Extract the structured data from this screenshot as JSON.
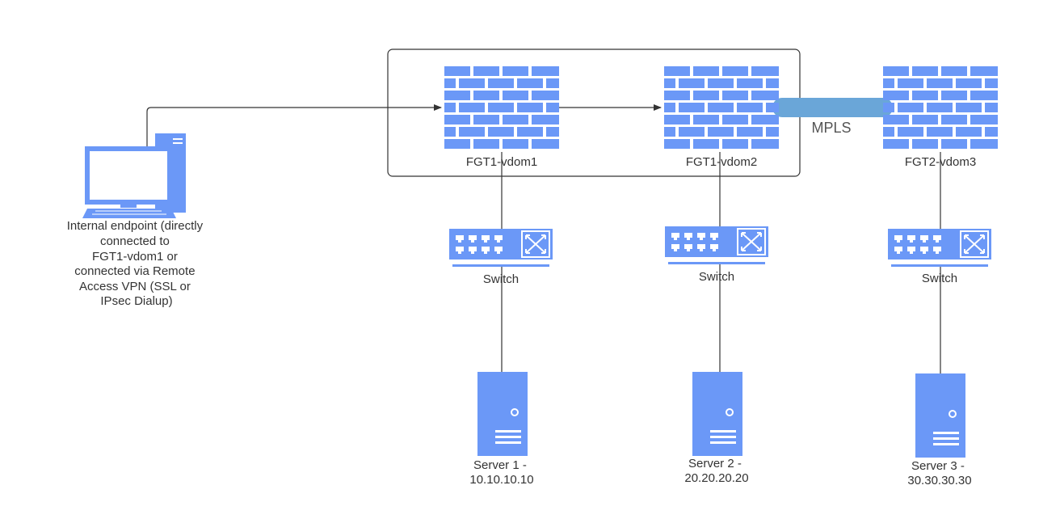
{
  "colors": {
    "device_fill": "#6b98f7",
    "device_dark": "#5b87e8",
    "line": "#333333",
    "mpls_link": "#6aa6d8",
    "text": "#333333"
  },
  "icons": {
    "firewall": "brick-firewall-icon",
    "switch": "network-switch-icon",
    "server": "server-tower-icon",
    "workstation": "desktop-computer-icon"
  },
  "endpoint": {
    "label_lines": [
      "Internal endpoint (directly",
      "connected to",
      "FGT1-vdom1 or",
      "connected via Remote",
      "Access VPN (SSL or",
      "IPsec Dialup)"
    ]
  },
  "firewalls": [
    {
      "label": "FGT1-vdom1"
    },
    {
      "label": "FGT1-vdom2"
    },
    {
      "label": "FGT2-vdom3"
    }
  ],
  "switches": [
    {
      "label": "Switch"
    },
    {
      "label": "Switch"
    },
    {
      "label": "Switch"
    }
  ],
  "servers": [
    {
      "label_lines": [
        "Server 1 -",
        "10.10.10.10"
      ]
    },
    {
      "label_lines": [
        "Server 2 -",
        "20.20.20.20"
      ]
    },
    {
      "label_lines": [
        "Server 3 -",
        "30.30.30.30"
      ]
    }
  ],
  "links": {
    "mpls_label": "MPLS"
  }
}
